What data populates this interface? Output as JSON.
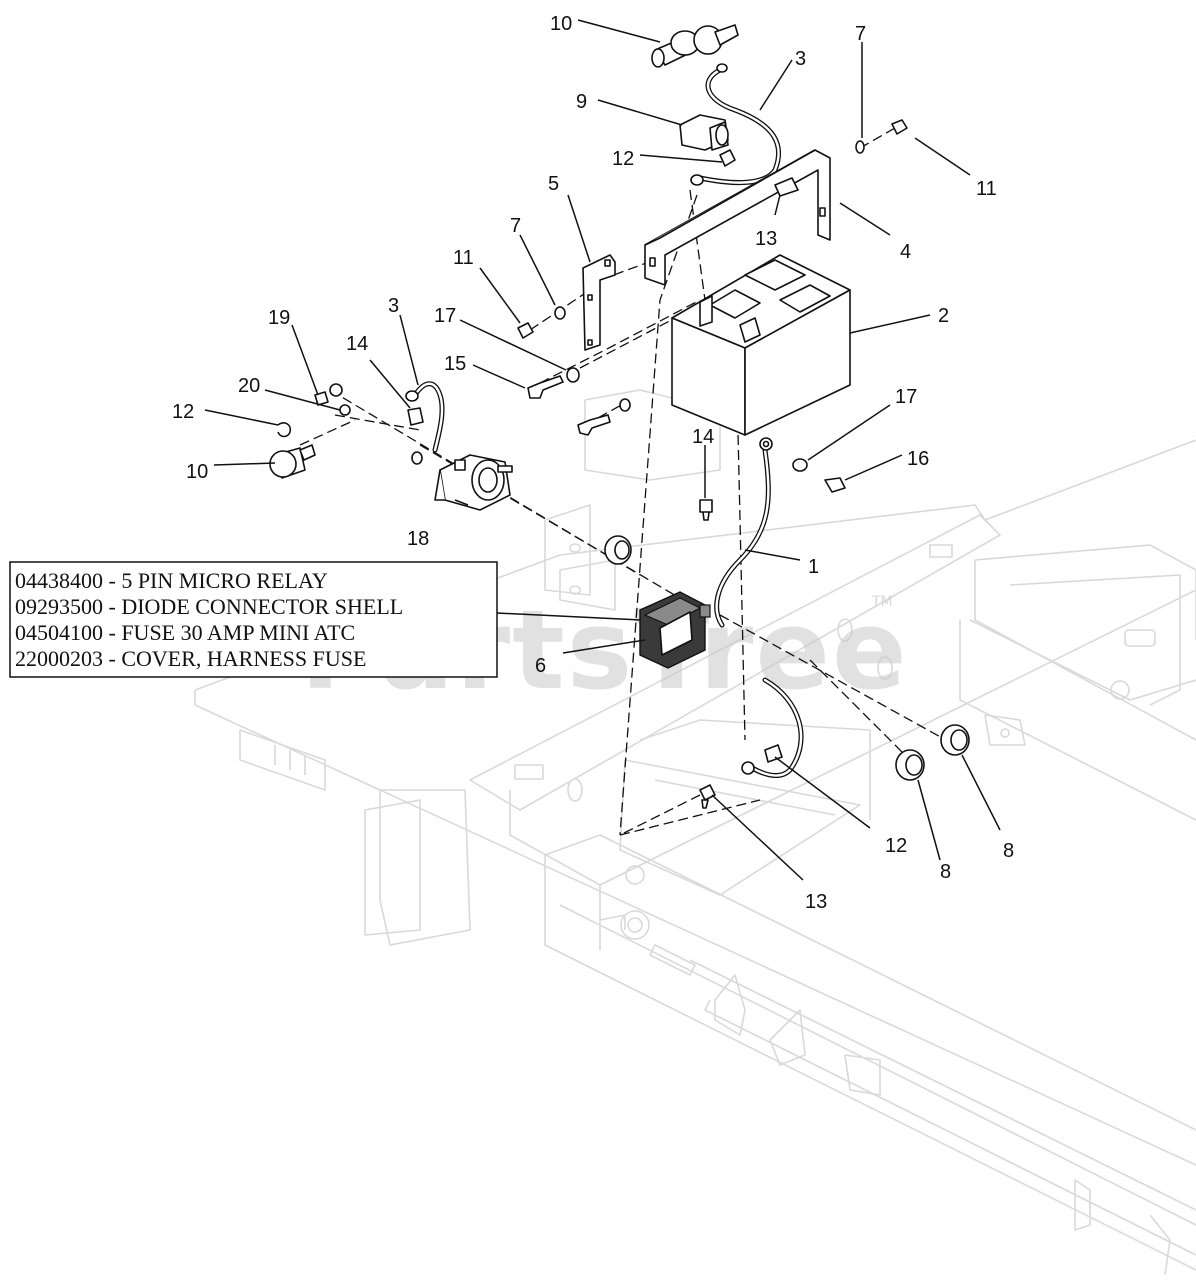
{
  "watermark": {
    "text": "PartsTree",
    "tm": "TM"
  },
  "callouts": {
    "c10a": "10",
    "c3a": "3",
    "c7a": "7",
    "c9": "9",
    "c12a": "12",
    "c11a": "11",
    "c5": "5",
    "c13a": "13",
    "c4": "4",
    "c7b": "7",
    "c11b": "11",
    "c2": "2",
    "c19": "19",
    "c3b": "3",
    "c17a": "17",
    "c14a": "14",
    "c15": "15",
    "c20": "20",
    "c12b": "12",
    "c10b": "10",
    "c14b": "14",
    "c17b": "17",
    "c16": "16",
    "c18": "18",
    "c1": "1",
    "c6": "6",
    "c12c": "12",
    "c8a": "8",
    "c8b": "8",
    "c13b": "13"
  },
  "note": {
    "lines": [
      "04438400 - 5 PIN MICRO RELAY",
      "09293500 - DIODE CONNECTOR SHELL",
      "04504100 - FUSE 30 AMP MINI ATC",
      "22000203 - COVER, HARNESS FUSE"
    ]
  },
  "colors": {
    "frame": "#d9d9d9",
    "ink": "#111111",
    "watermark": "#c9c9c9"
  }
}
